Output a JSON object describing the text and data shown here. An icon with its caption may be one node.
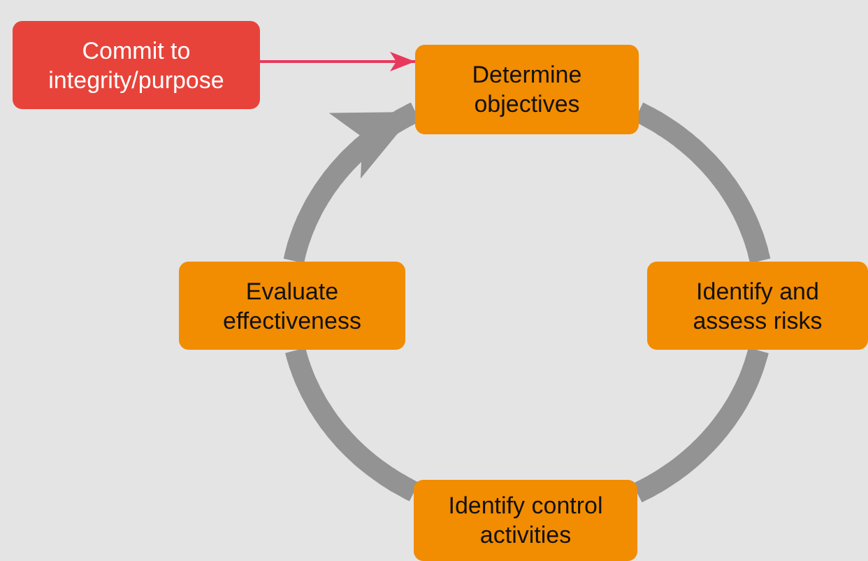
{
  "diagram": {
    "nodes": [
      {
        "text": [
          "Commit to integrity/purpose"
        ]
      },
      {
        "text": [
          "Determine objectives"
        ]
      },
      {
        "text": [
          "Identify and assess risks"
        ]
      },
      {
        "text": [
          "Identify control activities"
        ]
      },
      {
        "text": [
          "Evaluate effectiveness"
        ]
      }
    ],
    "edges": [
      {
        "from": 0,
        "to": 1,
        "arrow": "to",
        "color": "#e8385c"
      },
      {
        "from": 1,
        "to": 2,
        "arrow": "none"
      },
      {
        "from": 2,
        "to": 3,
        "arrow": "none"
      },
      {
        "from": 3,
        "to": 4,
        "arrow": "none"
      },
      {
        "from": 4,
        "to": 1,
        "arrow": "to"
      }
    ]
  }
}
